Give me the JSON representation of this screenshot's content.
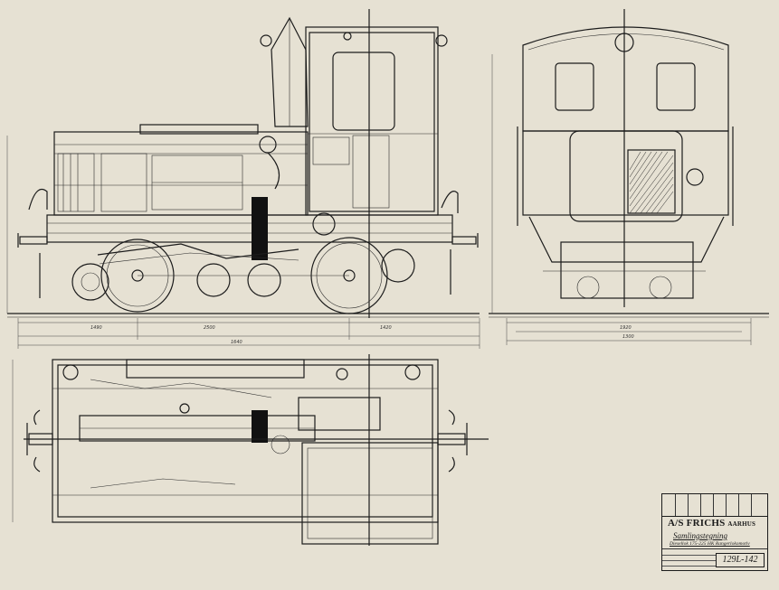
{
  "title_block": {
    "company": "A/S FRICHS",
    "company_city": "AARHUS",
    "drawing_title": "Samlingstegning",
    "drawing_subtitle": "Diesellok 175-225 HK Rangerlokomotiv",
    "drawing_number": "129L-142"
  },
  "dimension_labels": [
    "1490",
    "1420",
    "2500",
    "1920",
    "1640",
    "1300"
  ],
  "colors": {
    "paper": "#e6e1d3",
    "ink": "#1c1c1c"
  }
}
